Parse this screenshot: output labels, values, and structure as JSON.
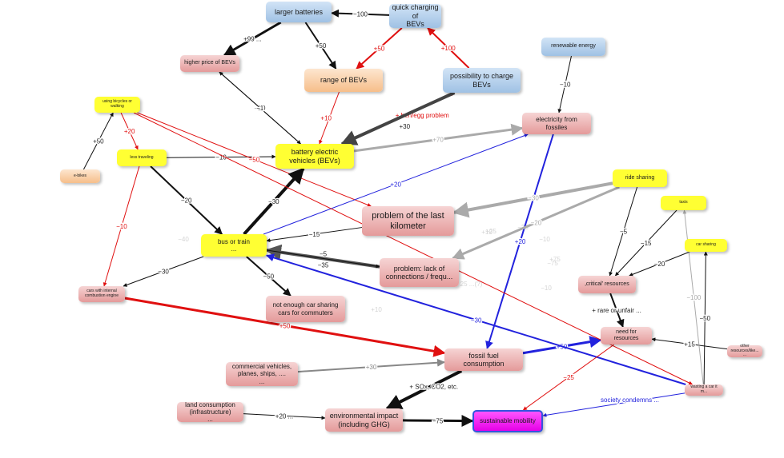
{
  "nodes": [
    {
      "id": "larger_batteries",
      "label": "larger batteries",
      "color": "blue"
    },
    {
      "id": "quick_charging",
      "label": "quick charging of\nBEVs",
      "color": "blue"
    },
    {
      "id": "higher_price",
      "label": "higher price of BEVs",
      "color": "pink"
    },
    {
      "id": "range",
      "label": "range of BEVs",
      "color": "orange"
    },
    {
      "id": "possibility",
      "label": "possibility to charge\nBEVs",
      "color": "blue"
    },
    {
      "id": "renewable",
      "label": "renewable energy",
      "color": "blue"
    },
    {
      "id": "bicycles",
      "label": "using bicycles or\nwalking",
      "color": "yellow"
    },
    {
      "id": "electricity",
      "label": "electricity from\nfossiles",
      "color": "pink"
    },
    {
      "id": "bev",
      "label": "battery electric\nvehicles (BEVs)",
      "color": "yellow"
    },
    {
      "id": "less_travel",
      "label": "less traveling",
      "color": "yellow"
    },
    {
      "id": "ebikes",
      "label": "e-bikes",
      "color": "orange"
    },
    {
      "id": "ride_sharing",
      "label": "ride sharing",
      "color": "yellow"
    },
    {
      "id": "taxis",
      "label": "taxis",
      "color": "yellow"
    },
    {
      "id": "last_km",
      "label": "problem of the last\nkilometer",
      "color": "pink"
    },
    {
      "id": "bus_train",
      "label": "bus or train\n...",
      "color": "yellow"
    },
    {
      "id": "car_sharing",
      "label": "car sharing",
      "color": "yellow"
    },
    {
      "id": "lack_conn",
      "label": "problem: lack of\nconnections / frequ...",
      "color": "pink"
    },
    {
      "id": "critical",
      "label": "‚critical' resources",
      "color": "pink"
    },
    {
      "id": "ice_cars",
      "label": "cars with internal\ncombustion engine",
      "color": "pink"
    },
    {
      "id": "not_enough",
      "label": "not enough car sharing\ncars for commuters",
      "color": "pink"
    },
    {
      "id": "need_res",
      "label": "need for resources",
      "color": "pink"
    },
    {
      "id": "fossil",
      "label": "fossil fuel\nconsumption",
      "color": "pink"
    },
    {
      "id": "other_res",
      "label": "other resources/like...\n...",
      "color": "pink"
    },
    {
      "id": "commercial",
      "label": "commercial vehicles,\nplanes, ships, ....\n...",
      "color": "pink"
    },
    {
      "id": "wasting",
      "label": "wasting a car it m...",
      "color": "pink"
    },
    {
      "id": "land",
      "label": "land consumption\n(infrastructure)\n...",
      "color": "pink"
    },
    {
      "id": "env",
      "label": "environmental impact\n(including GHG)",
      "color": "pink"
    },
    {
      "id": "sustainable",
      "label": "sustainable mobility",
      "color": "magenta"
    }
  ],
  "edges": [
    {
      "from": "quick_charging",
      "to": "larger_batteries",
      "label": "−100",
      "color": "#111111"
    },
    {
      "from": "larger_batteries",
      "to": "higher_price",
      "label": "+99 ...",
      "color": "#111111"
    },
    {
      "from": "larger_batteries",
      "to": "range",
      "label": "+50",
      "color": "#111111"
    },
    {
      "from": "quick_charging",
      "to": "range",
      "label": "+50",
      "color": "#e01010"
    },
    {
      "from": "possibility",
      "to": "quick_charging",
      "label": "+100",
      "color": "#e01010"
    },
    {
      "from": "higher_price",
      "to": "bev",
      "label": "−20",
      "color": "#111111"
    },
    {
      "from": "bev",
      "to": "higher_price",
      "label": "−1",
      "color": "#111111"
    },
    {
      "from": "range",
      "to": "bev",
      "label": "+10",
      "color": "#e01010"
    },
    {
      "from": "bev",
      "to": "possibility",
      "label": "+ hen/egg problem",
      "color": "#e01010"
    },
    {
      "from": "possibility",
      "to": "bev",
      "label": "+30",
      "color": "#444444"
    },
    {
      "from": "renewable",
      "to": "electricity",
      "label": "−10",
      "color": "#111111"
    },
    {
      "from": "bev",
      "to": "electricity",
      "label": "+70",
      "color": "#aaaaaa"
    },
    {
      "from": "bicycles",
      "to": "less_travel",
      "label": "+20",
      "color": "#e01010"
    },
    {
      "from": "ebikes",
      "to": "bicycles",
      "label": "+50",
      "color": "#111111"
    },
    {
      "from": "less_travel",
      "to": "bev",
      "label": "−10",
      "color": "#111111"
    },
    {
      "from": "bicycles",
      "to": "last_km",
      "label": "−50",
      "color": "#e01010"
    },
    {
      "from": "less_travel",
      "to": "bus_train",
      "label": "−20",
      "color": "#111111"
    },
    {
      "from": "less_travel",
      "to": "ice_cars",
      "label": "−10",
      "color": "#e01010"
    },
    {
      "from": "bus_train",
      "to": "bev",
      "label": "−30",
      "color": "#111111"
    },
    {
      "from": "bus_train",
      "to": "electricity",
      "label": "+20",
      "color": "#2222dd"
    },
    {
      "from": "electricity",
      "to": "fossil",
      "label": "+20",
      "color": "#2222dd"
    },
    {
      "from": "ride_sharing",
      "to": "last_km",
      "label": "−30",
      "color": "#aaaaaa"
    },
    {
      "from": "ride_sharing",
      "to": "lack_conn",
      "label": "−20",
      "color": "#aaaaaa"
    },
    {
      "from": "last_km",
      "to": "bus_train",
      "label": "−15",
      "color": "#111111"
    },
    {
      "from": "lack_conn",
      "to": "bus_train",
      "label": "−35",
      "color": "#555555"
    },
    {
      "from": "bus_train",
      "to": "lack_conn",
      "label": "−5",
      "color": "#111111"
    },
    {
      "from": "ride_sharing",
      "to": "critical",
      "label": "−5",
      "color": "#111111"
    },
    {
      "from": "taxis",
      "to": "critical",
      "label": "−15",
      "color": "#111111"
    },
    {
      "from": "car_sharing",
      "to": "critical",
      "label": "−20",
      "color": "#111111"
    },
    {
      "from": "bus_train",
      "to": "ice_cars",
      "label": "−30",
      "color": "#111111"
    },
    {
      "from": "bus_train",
      "to": "not_enough",
      "label": "−50",
      "color": "#111111"
    },
    {
      "from": "critical",
      "to": "need_res",
      "label": "+ rare or unfair ...",
      "color": "#111111"
    },
    {
      "from": "ice_cars",
      "to": "fossil",
      "label": "+50",
      "color": "#e01010"
    },
    {
      "from": "fossil",
      "to": "need_res",
      "label": "+50",
      "color": "#2222dd"
    },
    {
      "from": "wasting",
      "to": "bus_train",
      "label": "−30",
      "color": "#2222dd"
    },
    {
      "from": "commercial",
      "to": "fossil",
      "label": "+30",
      "color": "#888888"
    },
    {
      "from": "other_res",
      "to": "need_res",
      "label": "+15",
      "color": "#111111"
    },
    {
      "from": "wasting",
      "to": "car_sharing",
      "label": "−50",
      "color": "#111111"
    },
    {
      "from": "wasting",
      "to": "taxis",
      "label": "−100",
      "color": "#aaaaaa"
    },
    {
      "from": "fossil",
      "to": "env",
      "label": "+ SOx, CO2, etc.",
      "color": "#111111"
    },
    {
      "from": "land",
      "to": "env",
      "label": "+20 ...",
      "color": "#111111"
    },
    {
      "from": "env",
      "to": "sustainable",
      "label": "−75",
      "color": "#111111"
    },
    {
      "from": "need_res",
      "to": "sustainable",
      "label": "−25",
      "color": "#e01010"
    },
    {
      "from": "wasting",
      "to": "sustainable",
      "label": "society condemns ...",
      "color": "#2222dd"
    },
    {
      "from": "bicycles",
      "to": "wasting",
      "label": "",
      "color": "#e01010"
    }
  ],
  "faint_labels": [
    "−40",
    "+75",
    "−10",
    "+10",
    "−75",
    "+10",
    "−10",
    "− 25 ...(?)",
    "−20",
    "+25"
  ]
}
